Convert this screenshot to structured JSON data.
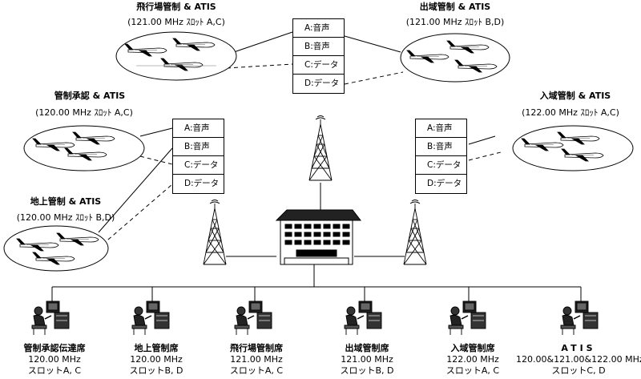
{
  "zones": [
    {
      "id": "aerodrome",
      "title": "飛行場管制 & ATIS",
      "freq": "(121.00 MHz ｽﾛｯﾄ A,C)"
    },
    {
      "id": "departure",
      "title": "出域管制 & ATIS",
      "freq": "(121.00 MHz ｽﾛｯﾄ B,D)"
    },
    {
      "id": "clearance",
      "title": "管制承認 & ATIS",
      "freq": "(120.00 MHz ｽﾛｯﾄ A,C)"
    },
    {
      "id": "ground",
      "title": "地上管制 & ATIS",
      "freq": "(120.00 MHz ｽﾛｯﾄ B,D)"
    },
    {
      "id": "approach",
      "title": "入域管制 & ATIS",
      "freq": "(122.00 MHz ｽﾛｯﾄ A,C)"
    }
  ],
  "slot_tables": [
    {
      "id": "top",
      "cells": [
        "A:音声",
        "B:音声",
        "C:データ",
        "D:データ"
      ]
    },
    {
      "id": "left",
      "cells": [
        "A:音声",
        "B:音声",
        "C:データ",
        "D:データ"
      ]
    },
    {
      "id": "right",
      "cells": [
        "A:音声",
        "B:音声",
        "C:データ",
        "D:データ"
      ]
    }
  ],
  "workstations": [
    {
      "name": "管制承認伝達席",
      "freq": "120.00 MHz",
      "slot": "スロットA, C"
    },
    {
      "name": "地上管制席",
      "freq": "120.00 MHz",
      "slot": "スロットB, D"
    },
    {
      "name": "飛行場管制席",
      "freq": "121.00 MHz",
      "slot": "スロットA, C"
    },
    {
      "name": "出域管制席",
      "freq": "121.00 MHz",
      "slot": "スロットB, D"
    },
    {
      "name": "入域管制席",
      "freq": "122.00 MHz",
      "slot": "スロットA, C"
    },
    {
      "name": "ATIS",
      "freq": "120.00&121.00&122.00 MHz",
      "slot": "スロットC, D"
    }
  ],
  "icons": {
    "tower": "radio-tower-icon",
    "building": "control-building-icon",
    "console": "controller-console-icon",
    "aircraft": "aircraft-icon"
  }
}
